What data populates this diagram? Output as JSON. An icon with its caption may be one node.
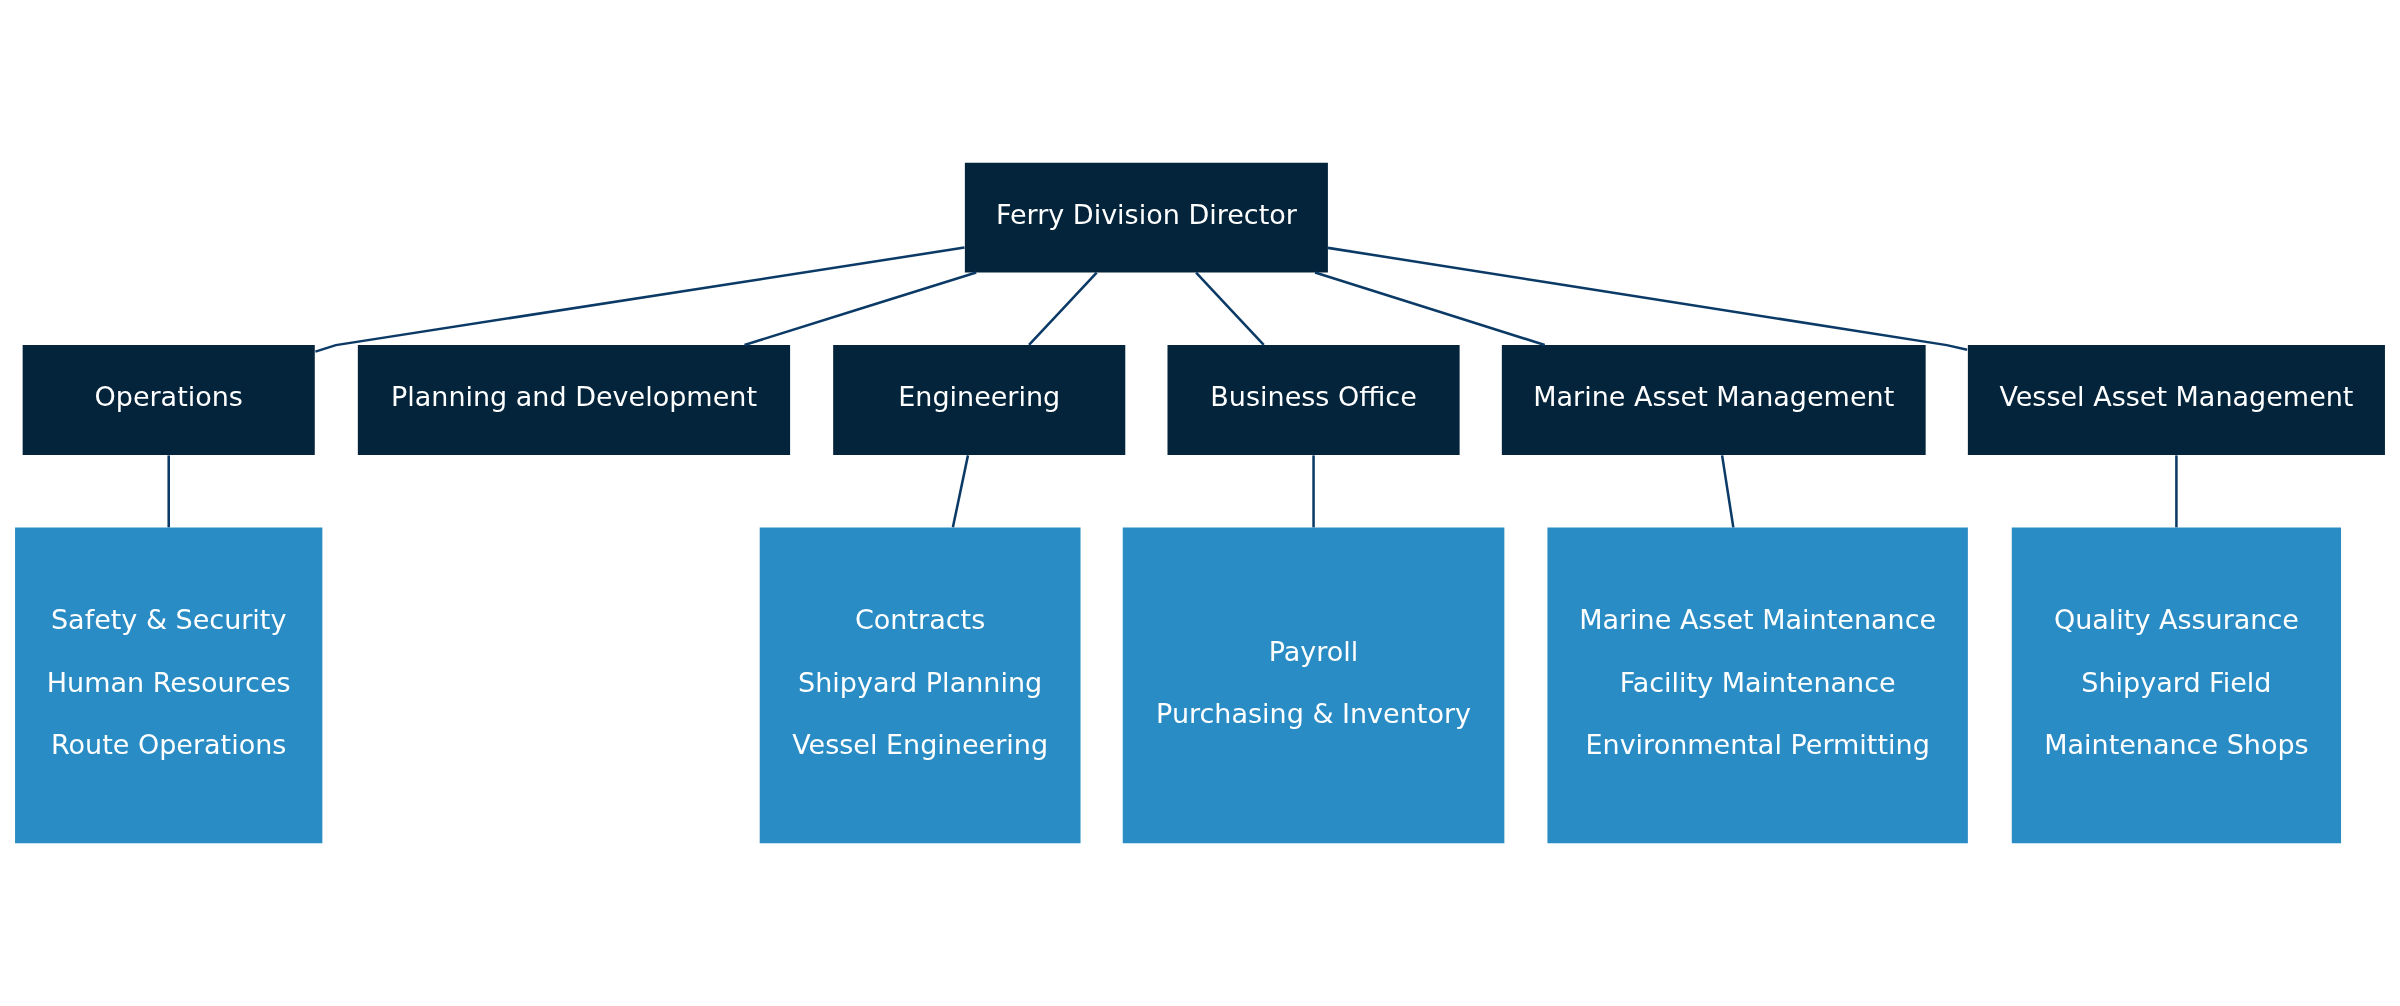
{
  "diagram": {
    "nodes": [
      {
        "text": [
          "Ferry Division Director"
        ]
      },
      {
        "text": [
          "Operations"
        ]
      },
      {
        "text": [
          "Planning and Development"
        ]
      },
      {
        "text": [
          "Engineering"
        ]
      },
      {
        "text": [
          "Business Office"
        ]
      },
      {
        "text": [
          "Marine Asset Management"
        ]
      },
      {
        "text": [
          "Vessel Asset Management"
        ]
      },
      {
        "text": [
          "Safety & Security",
          "Human Resources",
          "Route Operations"
        ]
      },
      {
        "text": [
          "Contracts",
          "Shipyard Planning",
          "Vessel Engineering"
        ]
      },
      {
        "text": [
          "Payroll",
          "Purchasing & Inventory"
        ]
      },
      {
        "text": [
          "Marine Asset Maintenance",
          "Facility Maintenance",
          "Environmental Permitting"
        ]
      },
      {
        "text": [
          "Quality Assurance",
          "Shipyard Field",
          "Maintenance Shops"
        ]
      }
    ],
    "edges": [
      {
        "from": 0,
        "to": 1,
        "arrow": "none"
      },
      {
        "from": 0,
        "to": 2,
        "arrow": "none"
      },
      {
        "from": 0,
        "to": 3,
        "arrow": "none"
      },
      {
        "from": 0,
        "to": 4,
        "arrow": "none"
      },
      {
        "from": 0,
        "to": 5,
        "arrow": "none"
      },
      {
        "from": 0,
        "to": 6,
        "arrow": "none"
      },
      {
        "from": 1,
        "to": 7,
        "arrow": "none"
      },
      {
        "from": 3,
        "to": 8,
        "arrow": "none"
      },
      {
        "from": 4,
        "to": 9,
        "arrow": "none"
      },
      {
        "from": 5,
        "to": 10,
        "arrow": "none"
      },
      {
        "from": 6,
        "to": 11,
        "arrow": "none"
      }
    ]
  }
}
